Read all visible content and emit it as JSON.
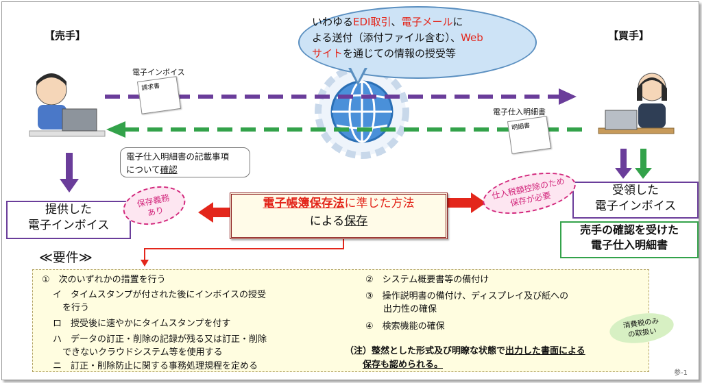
{
  "parties": {
    "seller": "【売手】",
    "buyer": "【買手】"
  },
  "flows": {
    "invoice_label": "電子インボイス",
    "purchase_statement_label": "電子仕入明細書"
  },
  "documents": {
    "invoice_title": "請求書",
    "statement_title": "明細書"
  },
  "speech_bubble": {
    "line1_a": "いわゆる",
    "line1_b": "EDI取引",
    "line1_c": "、",
    "line1_d": "電子メール",
    "line1_e": "に",
    "line2": "よる送付（添付ファイル含む）、",
    "line2_red": "Web",
    "line3_red": "サイト",
    "line3": "を通じての情報の授受等"
  },
  "callout": {
    "line1": "電子仕入明細書の記載事項",
    "line2_a": "について",
    "line2_b": "確認"
  },
  "seller_box": {
    "line1": "提供した",
    "line2": "電子インボイス"
  },
  "buyer_box": {
    "line1": "受領した",
    "line2": "電子インボイス"
  },
  "buyer_green_box": {
    "line1": "売手の確認を受けた",
    "line2": "電子仕入明細書"
  },
  "badges": {
    "retention_line1": "保存義務",
    "retention_line2": "あり",
    "deduction_line1": "仕入税額控除のため",
    "deduction_line2": "保存が必要",
    "consumption_line1": "消費税のみ",
    "consumption_line2": "の取扱い"
  },
  "method": {
    "law": "電子帳簿保存法",
    "mid": "に準じた方法",
    "line2_a": "による",
    "line2_b": "保存"
  },
  "requirements": {
    "title": "≪要件≫",
    "item1": "①　次のいずれかの措置を行う",
    "item1_i_a": "イ　タイムスタンプが付された後にインボイスの授受",
    "item1_i_b": "を行う",
    "item1_ro": "ロ　授受後に速やかにタイムスタンプを付す",
    "item1_ha_a": "ハ　データの訂正・削除の記録が残る又は訂正・削除",
    "item1_ha_b": "できないクラウドシステム等を使用する",
    "item1_ni": "ニ　訂正・削除防止に関する事務処理規程を定める",
    "item2": "②　システム概要書等の備付け",
    "item3_a": "③　操作説明書の備付け、ディスプレイ及び紙への",
    "item3_b": "出力性の確保",
    "item4": "④　検索機能の確保",
    "note_a": "（注）整然とした形式及び明瞭な状態で",
    "note_b": "出力した書面による",
    "note_c": "保存も認められる。"
  },
  "page_number": "参-1",
  "colors": {
    "purple": "#6a3d9a",
    "green": "#33a24a",
    "red": "#e3261b",
    "bubble": "#cde3f6"
  }
}
